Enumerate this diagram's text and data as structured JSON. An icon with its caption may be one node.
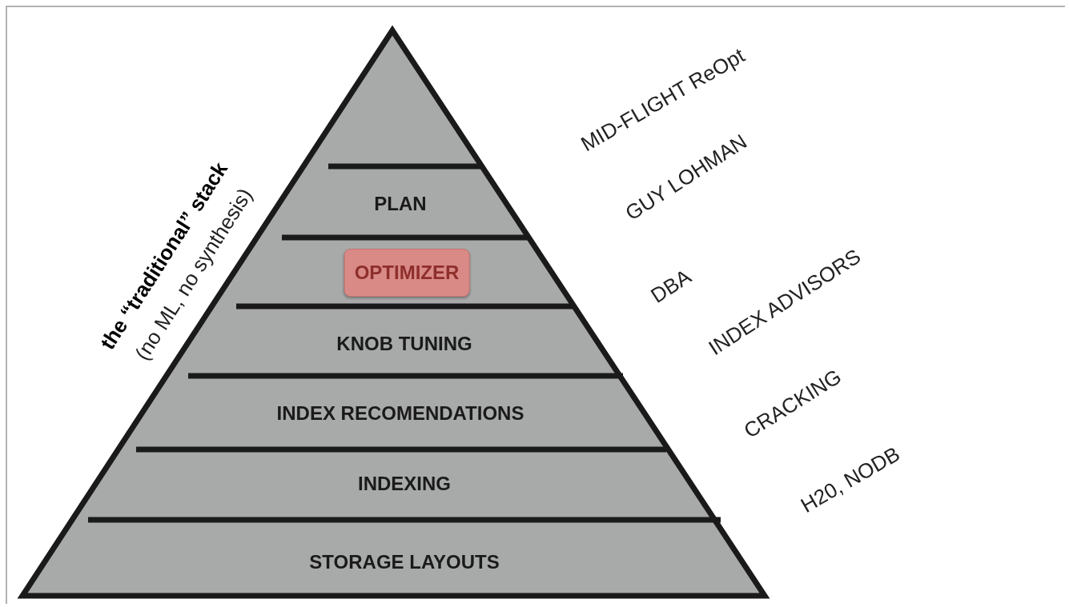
{
  "diagram": {
    "nodes": [
      {
        "text": [
          "PLAN"
        ]
      },
      {
        "text": [
          "OPTIMIZER"
        ]
      },
      {
        "text": [
          "KNOB TUNING"
        ]
      },
      {
        "text": [
          "INDEX RECOMENDATIONS"
        ]
      },
      {
        "text": [
          "INDEXING"
        ]
      },
      {
        "text": [
          "STORAGE LAYOUTS"
        ]
      }
    ],
    "edges": [],
    "labels": [
      "the “traditional” stack",
      "(no ML, no synthesis)",
      "MID-FLIGHT ReOpt",
      "GUY LOHMAN",
      "DBA",
      "INDEX ADVISORS",
      "CRACKING",
      "H20, NODB"
    ]
  }
}
